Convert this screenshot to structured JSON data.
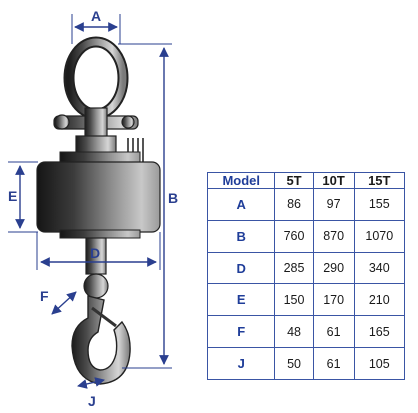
{
  "labels": {
    "A": "A",
    "B": "B",
    "D": "D",
    "E": "E",
    "F": "F",
    "J": "J"
  },
  "colors": {
    "dimension": "#2a3f8f",
    "table_border": "#3a55a4",
    "body_dark": "#1e1e1e",
    "body_light": "#b9b9b9"
  },
  "table": {
    "headers": [
      "Model",
      "5T",
      "10T",
      "15T"
    ],
    "rows": [
      {
        "key": "A",
        "values": [
          "86",
          "97",
          "155"
        ]
      },
      {
        "key": "B",
        "values": [
          "760",
          "870",
          "1070"
        ]
      },
      {
        "key": "D",
        "values": [
          "285",
          "290",
          "340"
        ]
      },
      {
        "key": "E",
        "values": [
          "150",
          "170",
          "210"
        ]
      },
      {
        "key": "F",
        "values": [
          "48",
          "61",
          "165"
        ]
      },
      {
        "key": "J",
        "values": [
          "50",
          "61",
          "105"
        ]
      }
    ]
  }
}
